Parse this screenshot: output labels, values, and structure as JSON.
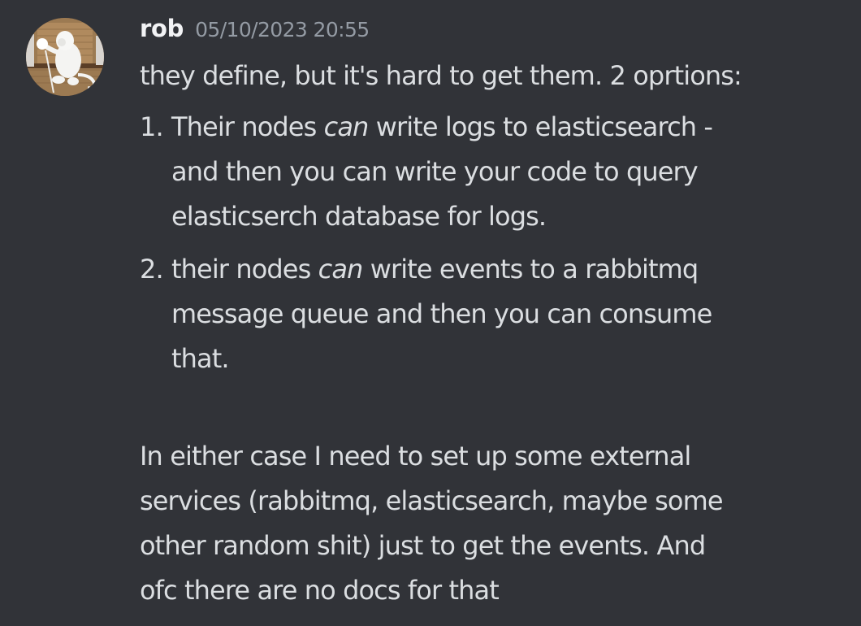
{
  "message": {
    "author": {
      "username": "rob",
      "avatar_icon": "monkey-lamp-avatar"
    },
    "timestamp": "05/10/2023 20:55",
    "intro": "they define, but it's hard to get them. 2 oprtions:",
    "options": [
      {
        "number": "1.",
        "lines": [
          {
            "before": "Their nodes ",
            "emphasis": "can",
            "after": " write logs to elasticsearch -"
          },
          {
            "text": "and then you can write your code to query"
          },
          {
            "text": "elasticserch database for logs."
          }
        ]
      },
      {
        "number": "2.",
        "lines": [
          {
            "before": "their nodes ",
            "emphasis": "can",
            "after": " write events to a rabbitmq"
          },
          {
            "text": "message queue and then you can consume"
          },
          {
            "text": "that."
          }
        ]
      }
    ],
    "closing_lines": [
      "In either case I need to set up some external",
      "services (rabbitmq, elasticsearch, maybe some",
      "other random shit) just to get the events. And",
      "ofc there are no docs for that"
    ]
  },
  "colors": {
    "background": "#313338",
    "text": "#dbdee1",
    "username": "#f2f3f5",
    "timestamp": "#949ba4"
  }
}
